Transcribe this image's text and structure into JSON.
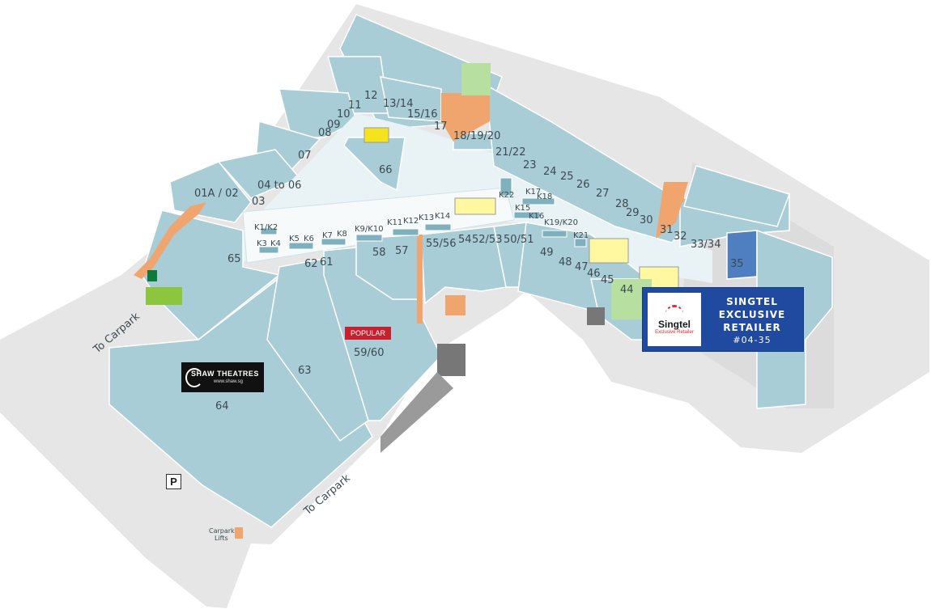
{
  "units": {
    "u01a02": "01A / 02",
    "u03": "03",
    "u04": "04 to 06",
    "u07": "07",
    "u08": "08",
    "u09": "09",
    "u10": "10",
    "u11": "11",
    "u12": "12",
    "u13": "13/14",
    "u15": "15/16",
    "u17": "17",
    "u18": "18/19/20",
    "u21": "21/22",
    "u23": "23",
    "u24": "24",
    "u25": "25",
    "u26": "26",
    "u27": "27",
    "u28": "28",
    "u29": "29",
    "u30": "30",
    "u31": "31",
    "u32": "32",
    "u33": "33/34",
    "u35": "35",
    "u44": "44",
    "u45": "45",
    "u46": "46",
    "u47": "47",
    "u48": "48",
    "u49": "49",
    "u50": "50/51",
    "u52": "52/53",
    "u54": "54",
    "u55": "55/56",
    "u57": "57",
    "u58": "58",
    "u59": "59/60",
    "u61": "61",
    "u62": "62",
    "u63": "63",
    "u64": "64",
    "u65": "65",
    "u66": "66"
  },
  "kiosks": {
    "k1": "K1/K2",
    "k3": "K3",
    "k4": "K4",
    "k5": "K5",
    "k6": "K6",
    "k7": "K7",
    "k8": "K8",
    "k9": "K9/K10",
    "k11": "K11",
    "k12": "K12",
    "k13": "K13",
    "k14": "K14",
    "k15": "K15",
    "k16": "K16",
    "k17": "K17",
    "k18": "K18",
    "k19": "K19/K20",
    "k21": "K21",
    "k22": "K22"
  },
  "labels": {
    "to_carpark_left": "To Carpark",
    "to_carpark_bottom": "To Carpark",
    "carpark_lifts_1": "Carpark",
    "carpark_lifts_2": "Lifts",
    "parking": "P"
  },
  "singtel": {
    "logo_name": "Singtel",
    "logo_sub": "Exclusive Retailer",
    "line1": "SINGTEL",
    "line2": "EXCLUSIVE",
    "line3": "RETAILER",
    "unit": "#04-35"
  },
  "brands": {
    "shaw_name": "SHAW THEATRES",
    "shaw_web": "www.shaw.sg",
    "popular": "POPULAR"
  },
  "colors": {
    "unit": "#a9cdd6",
    "highlight": "#4f7fc0",
    "corridor": "#e9f3f6",
    "floor": "#e6e6e6",
    "link_orange": "#f0a56e",
    "singtel_blue": "#1f4aa0",
    "toilet_green": "#8cc63f",
    "escalator_yellow": "#f5e41c"
  }
}
